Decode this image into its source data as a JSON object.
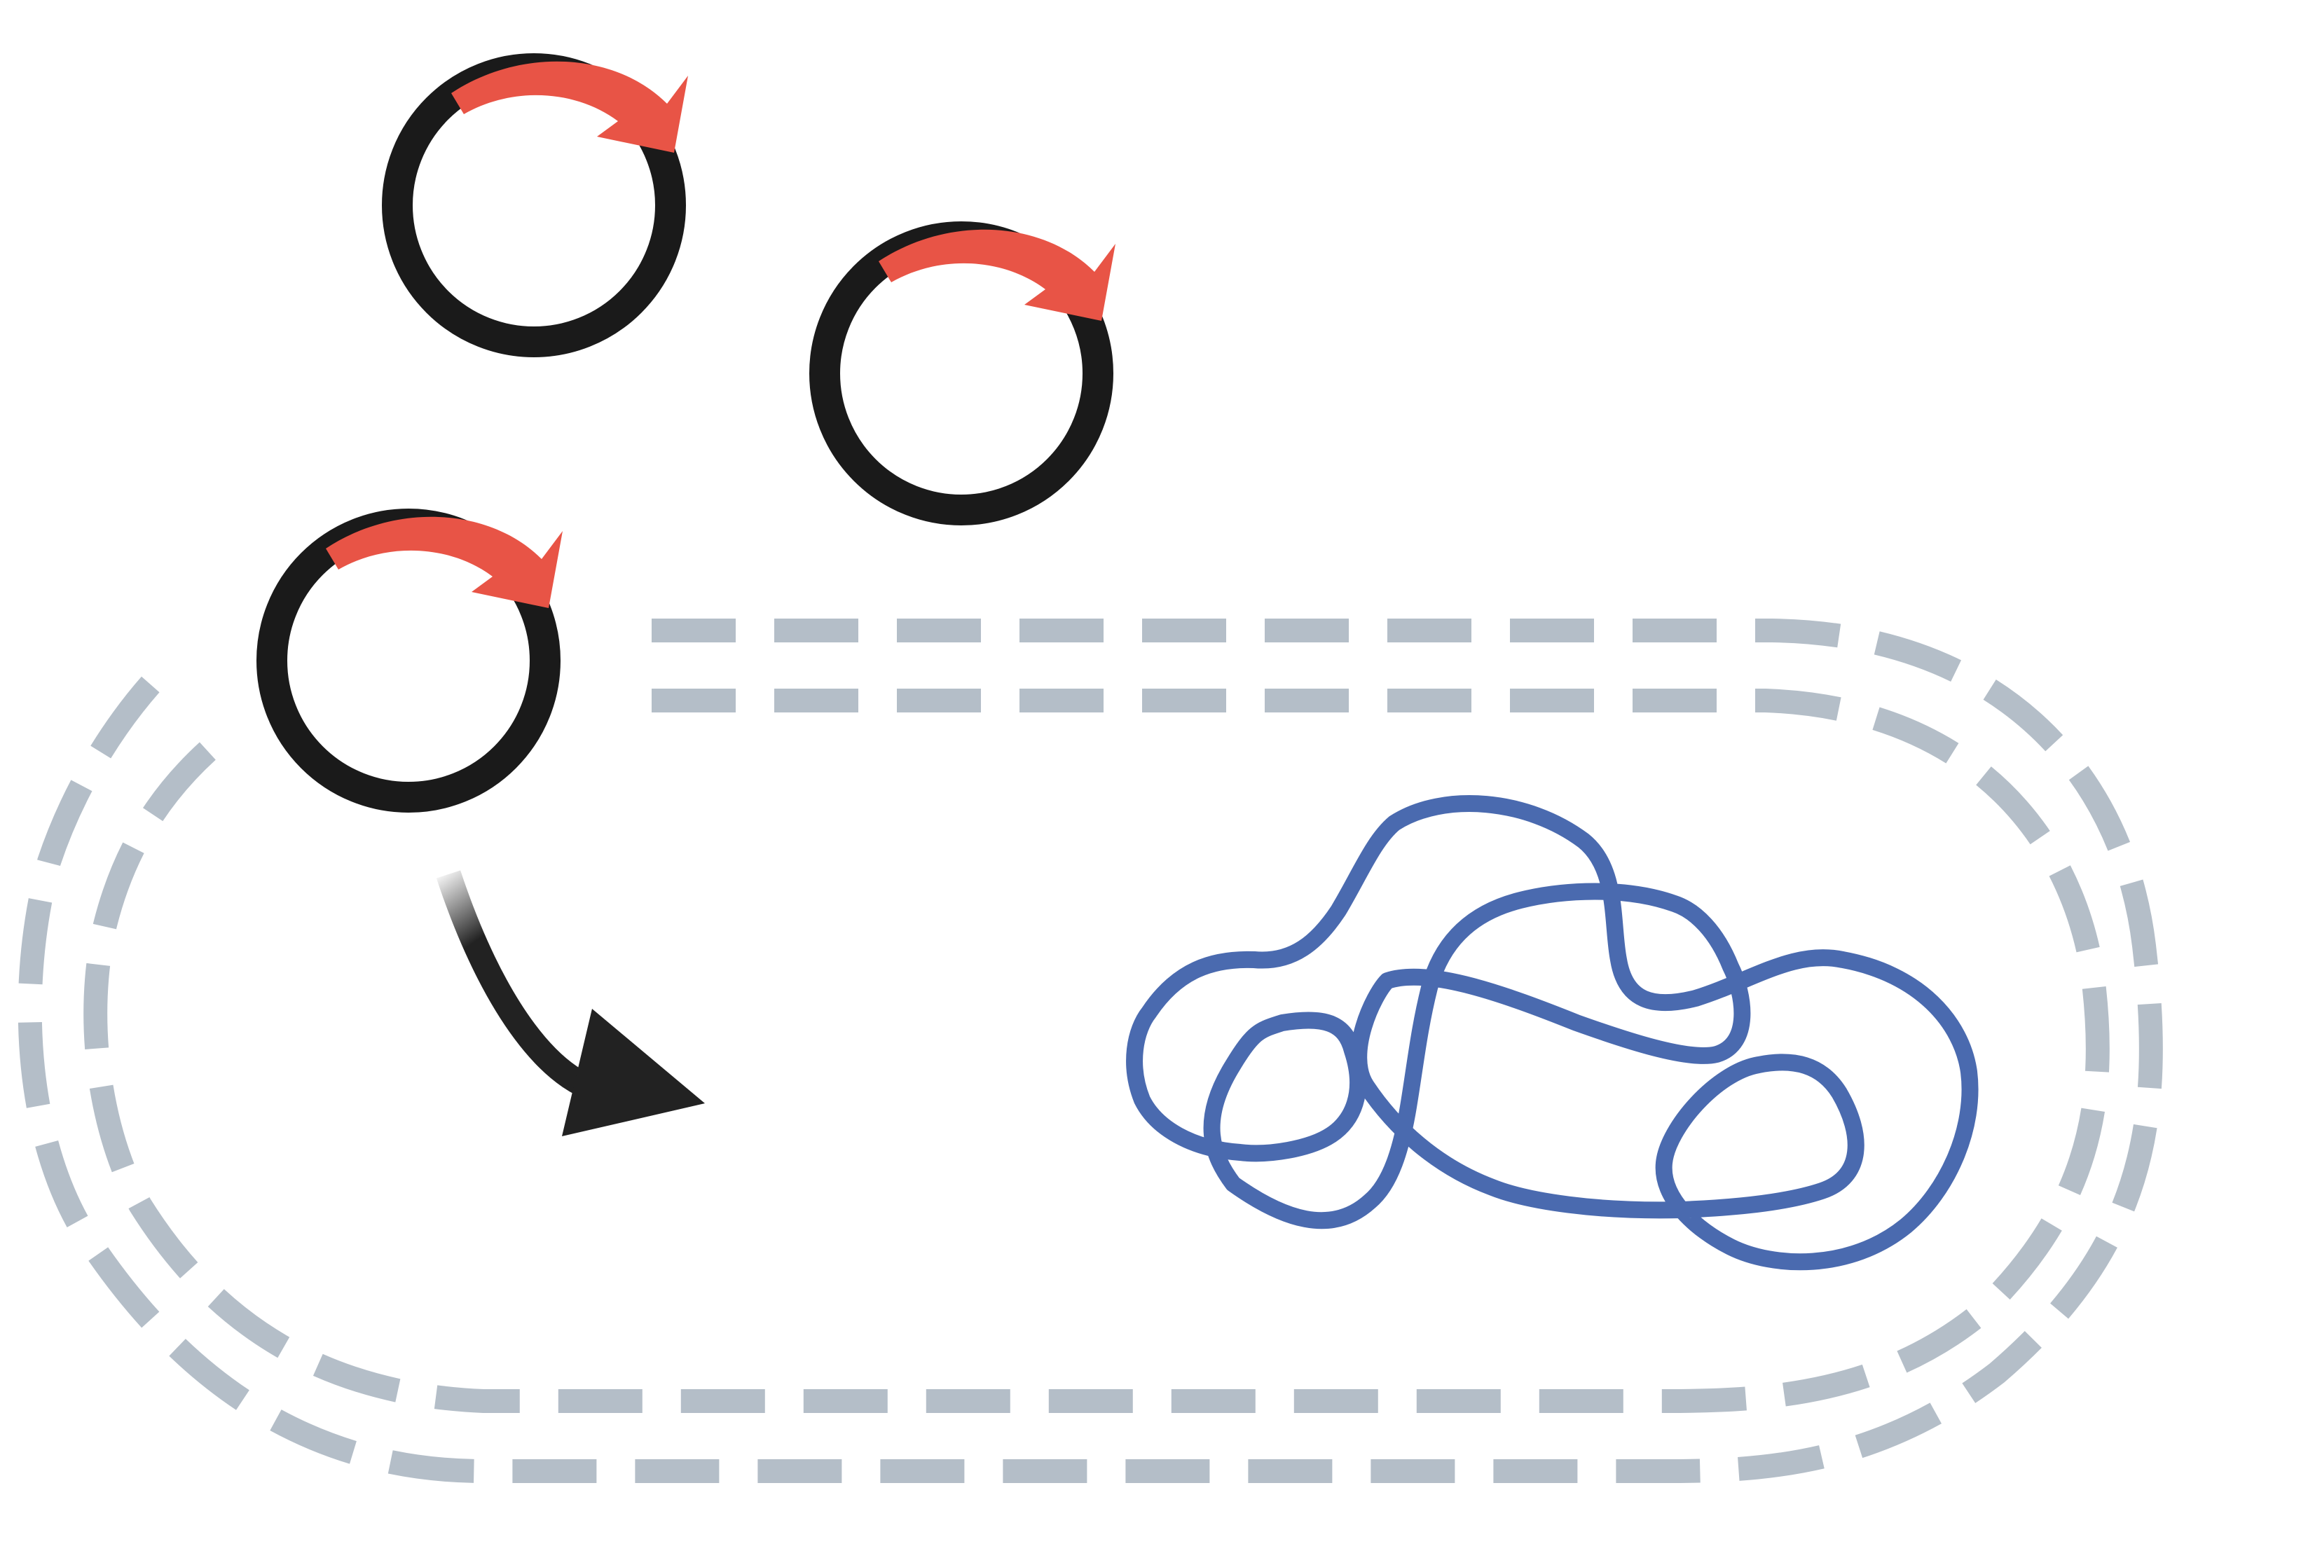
{
  "diagram": {
    "colors": {
      "background": "#ffffff",
      "ring": "#1a1a1a",
      "ring_arrow": "#e85446",
      "membrane_dash": "#b4bec8",
      "knot": "#4a6aaf",
      "flow_arrow": "#222222",
      "flow_arrow_fade": "#f2f2f2"
    },
    "elements": {
      "plasmids": [
        "plasmid-ring",
        "plasmid-ring",
        "plasmid-ring"
      ],
      "membrane": "double-dashed-membrane",
      "transition_arrow": "curved-arrow",
      "product": "knotted-loop"
    }
  }
}
